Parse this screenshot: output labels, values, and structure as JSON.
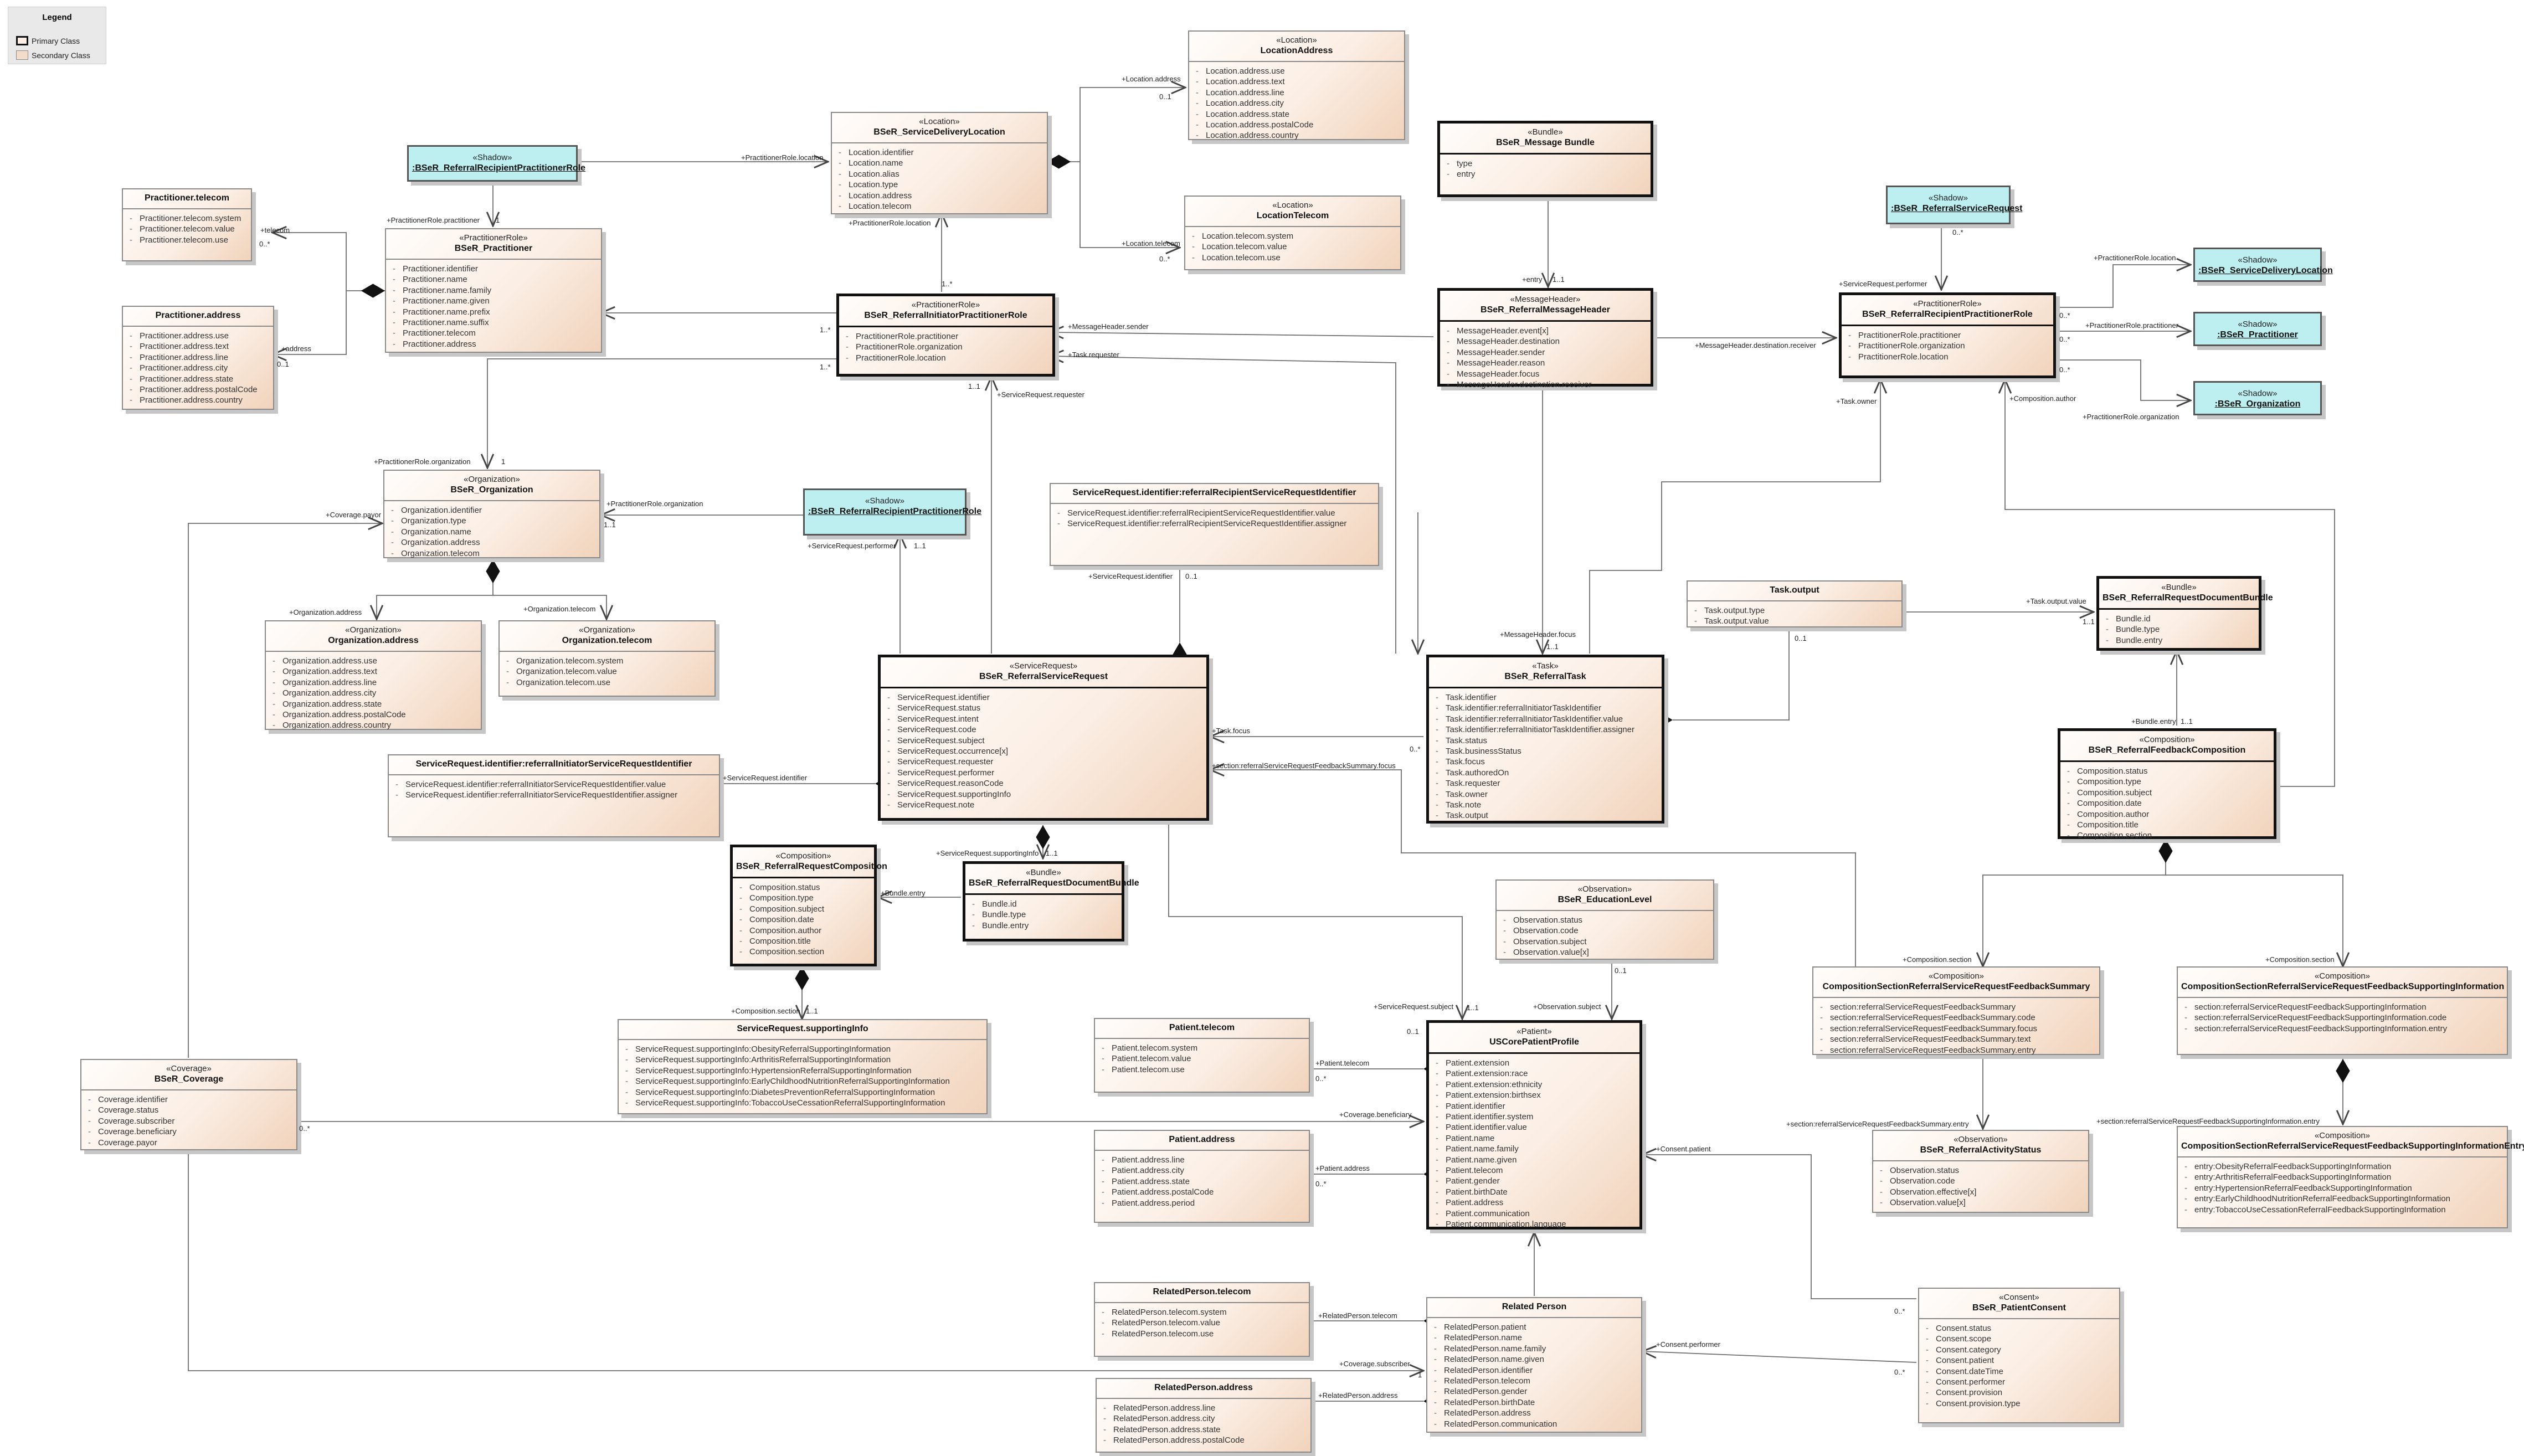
{
  "legend": {
    "title": "Legend",
    "items": [
      {
        "label": "Primary Class",
        "swatch_color": "#111111"
      },
      {
        "label": "Secondary Class",
        "swatch_color": "#f3dcc9"
      }
    ]
  },
  "colors": {
    "primary_border": "#111111",
    "class_fill": "#fbeee4",
    "shadow_fill": "#bdeef0",
    "line": "#6f6f6f"
  },
  "classes": {
    "practitioner_telecom": {
      "stereotype": "",
      "name": "Practitioner.telecom",
      "attributes": [
        "Practitioner.telecom.system",
        "Practitioner.telecom.value",
        "Practitioner.telecom.use"
      ]
    },
    "practitioner_address": {
      "stereotype": "",
      "name": "Practitioner.address",
      "attributes": [
        "Practitioner.address.use",
        "Practitioner.address.text",
        "Practitioner.address.line",
        "Practitioner.address.city",
        "Practitioner.address.state",
        "Practitioner.address.postalCode",
        "Practitioner.address.country"
      ]
    },
    "shadow_recipient_role_top": {
      "stereotype": "«Shadow»",
      "name": ":BSeR_ReferralRecipientPractitionerRole",
      "attributes": []
    },
    "bser_practitioner": {
      "stereotype": "«PractitionerRole»",
      "name": "BSeR_Practitioner",
      "attributes": [
        "Practitioner.identifier",
        "Practitioner.name",
        "Practitioner.name.family",
        "Practitioner.name.given",
        "Practitioner.name.prefix",
        "Practitioner.name.suffix",
        "Practitioner.telecom",
        "Practitioner.address"
      ]
    },
    "service_delivery_location": {
      "stereotype": "«Location»",
      "name": "BSeR_ServiceDeliveryLocation",
      "attributes": [
        "Location.identifier",
        "Location.name",
        "Location.alias",
        "Location.type",
        "Location.address",
        "Location.telecom"
      ]
    },
    "location_address": {
      "stereotype": "«Location»",
      "name": "LocationAddress",
      "attributes": [
        "Location.address.use",
        "Location.address.text",
        "Location.address.line",
        "Location.address.city",
        "Location.address.state",
        "Location.address.postalCode",
        "Location.address.country"
      ]
    },
    "location_telecom": {
      "stereotype": "«Location»",
      "name": "LocationTelecom",
      "attributes": [
        "Location.telecom.system",
        "Location.telecom.value",
        "Location.telecom.use"
      ]
    },
    "message_bundle": {
      "stereotype": "«Bundle»",
      "name": "BSeR_Message Bundle",
      "attributes": [
        "type",
        "entry"
      ]
    },
    "message_header": {
      "stereotype": "«MessageHeader»",
      "name": "BSeR_ReferralMessageHeader",
      "attributes": [
        "MessageHeader.event[x]",
        "MessageHeader.destination",
        "MessageHeader.sender",
        "MessageHeader.reason",
        "MessageHeader.focus",
        "MessageHeader.destination.receiver"
      ]
    },
    "initiator_role": {
      "stereotype": "«PractitionerRole»",
      "name": "BSeR_ReferralInitiatorPractitionerRole",
      "attributes": [
        "PractitionerRole.practitioner",
        "PractitionerRole.organization",
        "PractitionerRole.location"
      ]
    },
    "shadow_service_request": {
      "stereotype": "«Shadow»",
      "name": ":BSeR_ReferralServiceRequest",
      "attributes": []
    },
    "recipient_role": {
      "stereotype": "«PractitionerRole»",
      "name": "BSeR_ReferralRecipientPractitionerRole",
      "attributes": [
        "PractitionerRole.practitioner",
        "PractitionerRole.organization",
        "PractitionerRole.location"
      ]
    },
    "shadow_location": {
      "stereotype": "«Shadow»",
      "name": ":BSeR_ServiceDeliveryLocation",
      "attributes": []
    },
    "shadow_practitioner": {
      "stereotype": "«Shadow»",
      "name": ":BSeR_Practitioner",
      "attributes": []
    },
    "shadow_organization": {
      "stereotype": "«Shadow»",
      "name": ":BSeR_Organization",
      "attributes": []
    },
    "bser_organization": {
      "stereotype": "«Organization»",
      "name": "BSeR_Organization",
      "attributes": [
        "Organization.identifier",
        "Organization.type",
        "Organization.name",
        "Organization.address",
        "Organization.telecom"
      ]
    },
    "shadow_recipient_role_mid": {
      "stereotype": "«Shadow»",
      "name": ":BSeR_ReferralRecipientPractitionerRole",
      "attributes": []
    },
    "recipient_identifier": {
      "stereotype": "",
      "name": "ServiceRequest.identifier:referralRecipientServiceRequestIdentifier",
      "attributes": [
        "ServiceRequest.identifier:referralRecipientServiceRequestIdentifier.value",
        "ServiceRequest.identifier:referralRecipientServiceRequestIdentifier.assigner"
      ]
    },
    "organization_address": {
      "stereotype": "«Organization»",
      "name": "Organization.address",
      "attributes": [
        "Organization.address.use",
        "Organization.address.text",
        "Organization.address.line",
        "Organization.address.city",
        "Organization.address.state",
        "Organization.address.postalCode",
        "Organization.address.country"
      ]
    },
    "organization_telecom": {
      "stereotype": "«Organization»",
      "name": "Organization.telecom",
      "attributes": [
        "Organization.telecom.system",
        "Organization.telecom.value",
        "Organization.telecom.use"
      ]
    },
    "service_request": {
      "stereotype": "«ServiceRequest»",
      "name": "BSeR_ReferralServiceRequest",
      "attributes": [
        "ServiceRequest.identifier",
        "ServiceRequest.status",
        "ServiceRequest.intent",
        "ServiceRequest.code",
        "ServiceRequest.subject",
        "ServiceRequest.occurrence[x]",
        "ServiceRequest.requester",
        "ServiceRequest.performer",
        "ServiceRequest.reasonCode",
        "ServiceRequest.supportingInfo",
        "ServiceRequest.note"
      ]
    },
    "task_output": {
      "stereotype": "",
      "name": "Task.output",
      "attributes": [
        "Task.output.type",
        "Task.output.value"
      ]
    },
    "request_document_bundle": {
      "stereotype": "«Bundle»",
      "name": "BSeR_ReferralRequestDocumentBundle",
      "attributes": [
        "Bundle.id",
        "Bundle.type",
        "Bundle.entry"
      ]
    },
    "referral_task": {
      "stereotype": "«Task»",
      "name": "BSeR_ReferralTask",
      "attributes": [
        "Task.identifier",
        "Task.identifier:referralInitiatorTaskIdentifier",
        "Task.identifier:referralInitiatorTaskIdentifier.value",
        "Task.identifier:referralInitiatorTaskIdentifier.assigner",
        "Task.status",
        "Task.businessStatus",
        "Task.focus",
        "Task.authoredOn",
        "Task.requester",
        "Task.owner",
        "Task.note",
        "Task.output"
      ]
    },
    "initiator_identifier": {
      "stereotype": "",
      "name": "ServiceRequest.identifier:referralInitiatorServiceRequestIdentifier",
      "attributes": [
        "ServiceRequest.identifier:referralInitiatorServiceRequestIdentifier.value",
        "ServiceRequest.identifier:referralInitiatorServiceRequestIdentifier.assigner"
      ]
    },
    "feedback_composition": {
      "stereotype": "«Composition»",
      "name": "BSeR_ReferralFeedbackComposition",
      "attributes": [
        "Composition.status",
        "Composition.type",
        "Composition.subject",
        "Composition.date",
        "Composition.author",
        "Composition.title",
        "Composition.section"
      ]
    },
    "request_composition": {
      "stereotype": "«Composition»",
      "name": "BSeR_ReferralRequestComposition",
      "attributes": [
        "Composition.status",
        "Composition.type",
        "Composition.subject",
        "Composition.date",
        "Composition.author",
        "Composition.title",
        "Composition.section"
      ]
    },
    "request_document_bundle_left": {
      "stereotype": "«Bundle»",
      "name": "BSeR_ReferralRequestDocumentBundle",
      "attributes": [
        "Bundle.id",
        "Bundle.type",
        "Bundle.entry"
      ]
    },
    "education_level": {
      "stereotype": "«Observation»",
      "name": "BSeR_EducationLevel",
      "attributes": [
        "Observation.status",
        "Observation.code",
        "Observation.subject",
        "Observation.value[x]"
      ]
    },
    "feedback_summary_section": {
      "stereotype": "«Composition»",
      "name": "CompositionSectionReferralServiceRequestFeedbackSummary",
      "attributes": [
        "section:referralServiceRequestFeedbackSummary",
        "section:referralServiceRequestFeedbackSummary.code",
        "section:referralServiceRequestFeedbackSummary.focus",
        "section:referralServiceRequestFeedbackSummary.text",
        "section:referralServiceRequestFeedbackSummary.entry"
      ]
    },
    "feedback_supporting_section": {
      "stereotype": "«Composition»",
      "name": "CompositionSectionReferralServiceRequestFeedbackSupportingInformation",
      "attributes": [
        "section:referralServiceRequestFeedbackSupportingInformation",
        "section:referralServiceRequestFeedbackSupportingInformation.code",
        "section:referralServiceRequestFeedbackSupportingInformation.entry"
      ]
    },
    "supporting_info": {
      "stereotype": "",
      "name": "ServiceRequest.supportingInfo",
      "attributes": [
        "ServiceRequest.supportingInfo:ObesityReferralSupportingInformation",
        "ServiceRequest.supportingInfo:ArthritisReferralSupportingInformation",
        "ServiceRequest.supportingInfo:HypertensionReferralSupportingInformation",
        "ServiceRequest.supportingInfo:EarlyChildhoodNutritionReferralSupportingInformation",
        "ServiceRequest.supportingInfo:DiabetesPreventionReferralSupportingInformation",
        "ServiceRequest.supportingInfo:TobaccoUseCessationReferralSupportingInformation"
      ]
    },
    "patient_telecom": {
      "stereotype": "",
      "name": "Patient.telecom",
      "attributes": [
        "Patient.telecom.system",
        "Patient.telecom.value",
        "Patient.telecom.use"
      ]
    },
    "bser_coverage": {
      "stereotype": "«Coverage»",
      "name": "BSeR_Coverage",
      "attributes": [
        "Coverage.identifier",
        "Coverage.status",
        "Coverage.subscriber",
        "Coverage.beneficiary",
        "Coverage.payor"
      ]
    },
    "patient_profile": {
      "stereotype": "«Patient»",
      "name": "USCorePatientProfile",
      "attributes": [
        "Patient.extension",
        "Patient.extension:race",
        "Patient.extension:ethnicity",
        "Patient.extension:birthsex",
        "Patient.identifier",
        "Patient.identifier.system",
        "Patient.identifier.value",
        "Patient.name",
        "Patient.name.family",
        "Patient.name.given",
        "Patient.telecom",
        "Patient.gender",
        "Patient.birthDate",
        "Patient.address",
        "Patient.communication",
        "Patient.communication.language"
      ]
    },
    "referral_activity_status": {
      "stereotype": "«Observation»",
      "name": "BSeR_ReferralActivityStatus",
      "attributes": [
        "Observation.status",
        "Observation.code",
        "Observation.effective[x]",
        "Observation.value[x]"
      ]
    },
    "supporting_information_entry": {
      "stereotype": "«Composition»",
      "name": "CompositionSectionReferralServiceRequestFeedbackSupportingInformationEntry",
      "attributes": [
        "entry:ObesityReferralFeedbackSupportingInformation",
        "entry:ArthritisReferralFeedbackSupportingInformation",
        "entry:HypertensionReferralFeedbackSupportingInformation",
        "entry:EarlyChildhoodNutritionReferralFeedbackSupportingInformation",
        "entry:TobaccoUseCessationReferralFeedbackSupportingInformation"
      ]
    },
    "patient_address": {
      "stereotype": "",
      "name": "Patient.address",
      "attributes": [
        "Patient.address.line",
        "Patient.address.city",
        "Patient.address.state",
        "Patient.address.postalCode",
        "Patient.address.period"
      ]
    },
    "related_person_telecom": {
      "stereotype": "",
      "name": "RelatedPerson.telecom",
      "attributes": [
        "RelatedPerson.telecom.system",
        "RelatedPerson.telecom.value",
        "RelatedPerson.telecom.use"
      ]
    },
    "related_person": {
      "stereotype": "",
      "name": "Related Person",
      "attributes": [
        "RelatedPerson.patient",
        "RelatedPerson.name",
        "RelatedPerson.name.family",
        "RelatedPerson.name.given",
        "RelatedPerson.identifier",
        "RelatedPerson.telecom",
        "RelatedPerson.gender",
        "RelatedPerson.birthDate",
        "RelatedPerson.address",
        "RelatedPerson.communication"
      ]
    },
    "patient_consent": {
      "stereotype": "«Consent»",
      "name": "BSeR_PatientConsent",
      "attributes": [
        "Consent.status",
        "Consent.scope",
        "Consent.category",
        "Consent.patient",
        "Consent.dateTime",
        "Consent.performer",
        "Consent.provision",
        "Consent.provision.type"
      ]
    },
    "related_person_address": {
      "stereotype": "",
      "name": "RelatedPerson.address",
      "attributes": [
        "RelatedPerson.address.line",
        "RelatedPerson.address.city",
        "RelatedPerson.address.state",
        "RelatedPerson.address.postalCode"
      ]
    }
  },
  "edge_labels": [
    "+telecom",
    "0..*",
    "+address",
    "0..1",
    "+PractitionerRole.practitioner",
    "1",
    "+PractitionerRole.location",
    "+Location.address",
    "0..1",
    "+Location.telecom",
    "0..*",
    "+entry",
    "1..1",
    "+MessageHeader.sender",
    "1..*",
    "+Task.requester",
    "1..*",
    "+PractitionerRole.location",
    "1..*",
    "+ServiceRequest.performer",
    "0..*",
    "+PractitionerRole.location",
    "0..*",
    "+PractitionerRole.practitioner",
    "0..*",
    "+PractitionerRole.organization",
    "0..*",
    "+MessageHeader.destination.receiver",
    "+Task.owner",
    "+Composition.author",
    "+PractitionerRole.organization",
    "1",
    "+PractitionerRole.organization",
    "1..1",
    "+Coverage.payor",
    "+Organization.address",
    "+Organization.telecom",
    "+ServiceRequest.performer",
    "1..1",
    "+ServiceRequest.identifier",
    "0..1",
    "+ServiceRequest.requester",
    "1..1",
    "+MessageHeader.focus",
    "1..1",
    "+Task.output.value",
    "1..1",
    "0..1",
    "+Task.focus",
    "0..*",
    "+section:referralServiceRequestFeedbackSummary.focus",
    "+ServiceRequest.identifier",
    "+Bundle.entry",
    "1..1",
    "+ServiceRequest.supportingInfo",
    "1..1",
    "+Bundle.entry",
    "+Composition.section",
    "1..1",
    "+Composition.section",
    "+Composition.section",
    "+ServiceRequest.subject",
    "+Observation.subject",
    "1..1",
    "0..1",
    "+Patient.telecom",
    "0..*",
    "+Coverage.beneficiary",
    "+Patient.address",
    "0..*",
    "+Consent.patient",
    "+section:referralServiceRequestFeedbackSummary.entry",
    "+section:referralServiceRequestFeedbackSupportingInformation.entry",
    "+RelatedPerson.telecom",
    "+RelatedPerson.address",
    "+Consent.performer",
    "+Coverage.subscriber",
    "0..*",
    "0..1",
    "1",
    "0..*",
    "0..*"
  ]
}
